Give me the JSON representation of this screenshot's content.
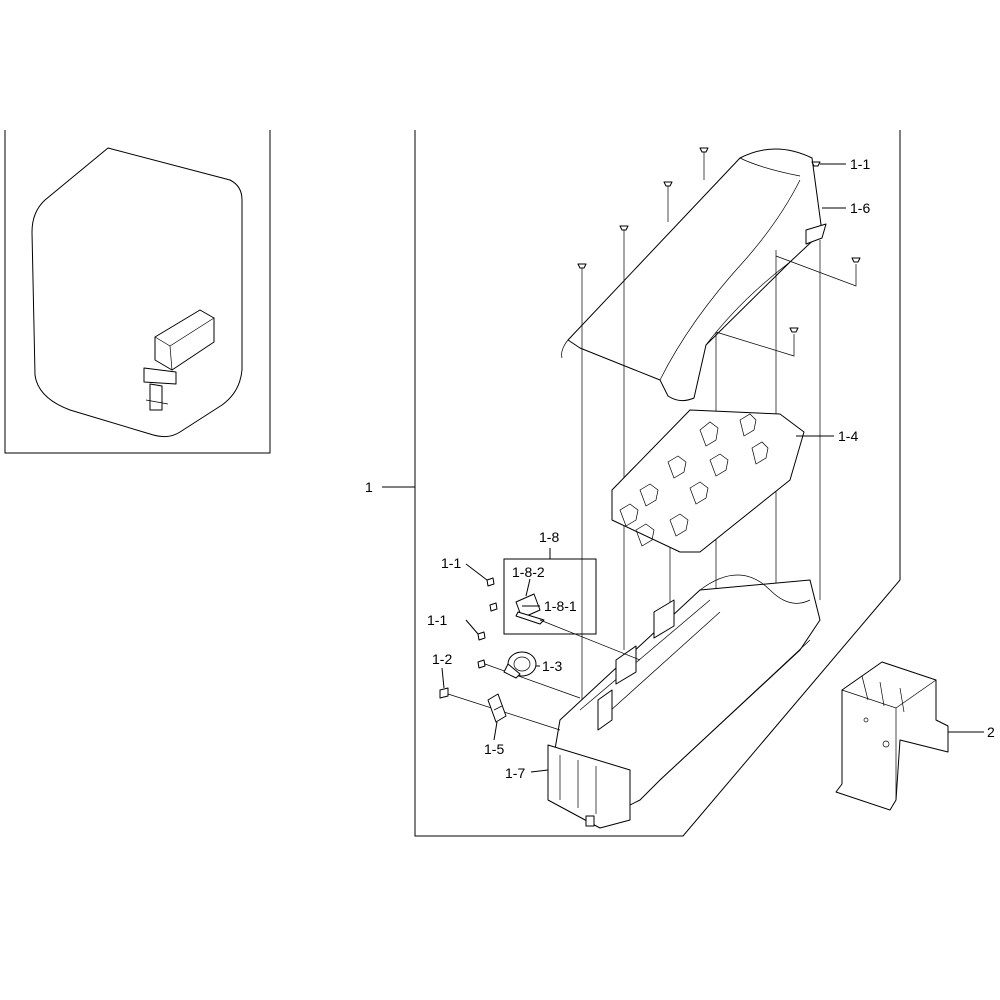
{
  "diagram": {
    "callouts": {
      "c1": "1",
      "c1_1_top": "1-1",
      "c1_6": "1-6",
      "c1_4": "1-4",
      "c1_8": "1-8",
      "c1_8_2": "1-8-2",
      "c1_8_1": "1-8-1",
      "c1_1_left_a": "1-1",
      "c1_1_left_b": "1-1",
      "c1_3": "1-3",
      "c1_2": "1-2",
      "c1_5": "1-5",
      "c1_7": "1-7",
      "c2": "2"
    }
  }
}
